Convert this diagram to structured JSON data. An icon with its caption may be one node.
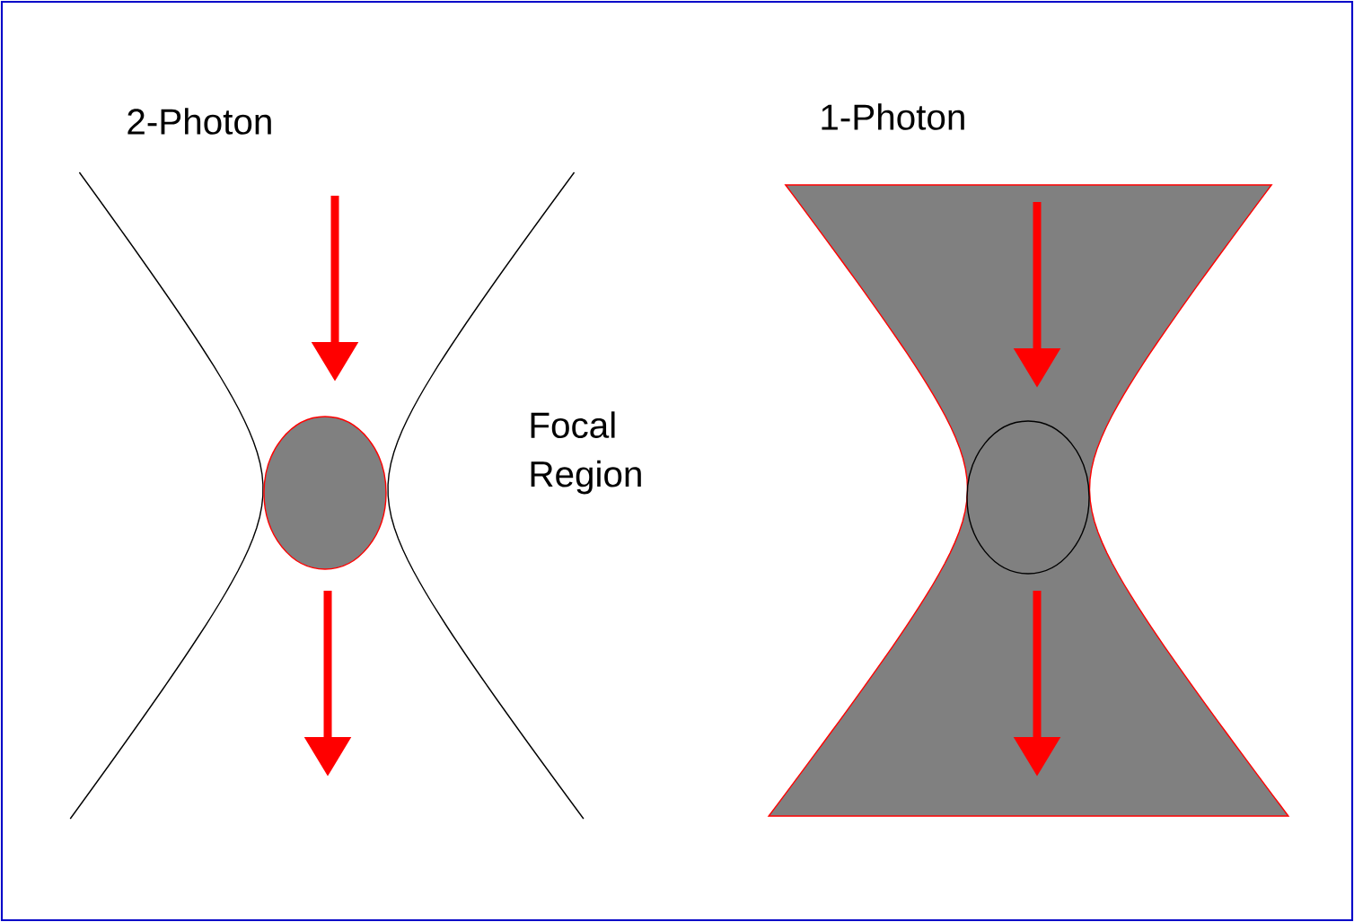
{
  "diagram": {
    "labels": [
      "2-Photon",
      "1-Photon",
      "Focal Region"
    ]
  }
}
